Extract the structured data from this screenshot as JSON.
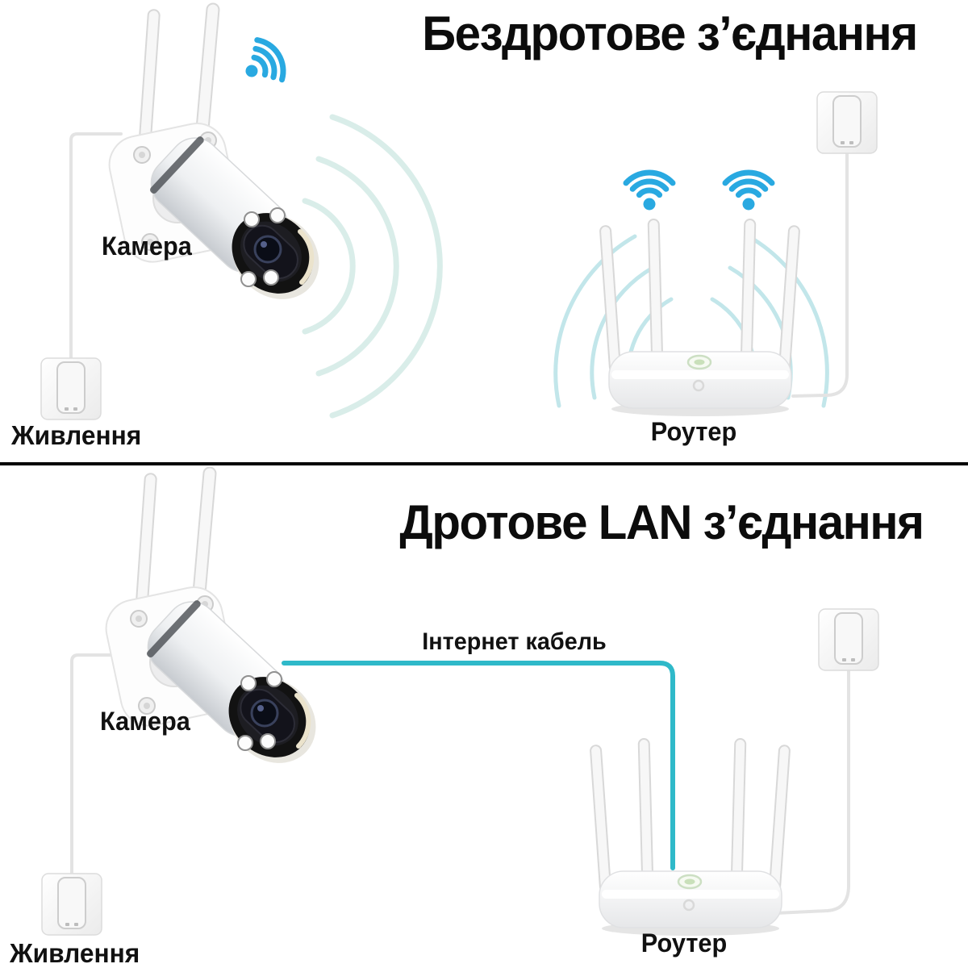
{
  "colors": {
    "background": "#ffffff",
    "title_text": "#0c0c0c",
    "label_text": "#111111",
    "divider": "#000000",
    "wifi_blue": "#29a9e1",
    "signal_arc_teal": "#cfe9e4",
    "router_arc_teal": "#b7e2e6",
    "lan_cable_cyan": "#2fb9c9",
    "power_cable_gray": "#e3e3e3"
  },
  "icons": {
    "wifi": "wifi-icon",
    "camera_waves": "signal-arcs",
    "router_waves": "router-signal-arcs"
  },
  "sections": {
    "wireless": {
      "title": "Бездротове з’єднання",
      "camera_label": "Камера",
      "power_label": "Живлення",
      "router_label": "Роутер"
    },
    "wired": {
      "title": "Дротове LAN з’єднання",
      "cable_label": "Інтернет кабель",
      "camera_label": "Камера",
      "power_label": "Живлення",
      "router_label": "Роутер"
    }
  }
}
